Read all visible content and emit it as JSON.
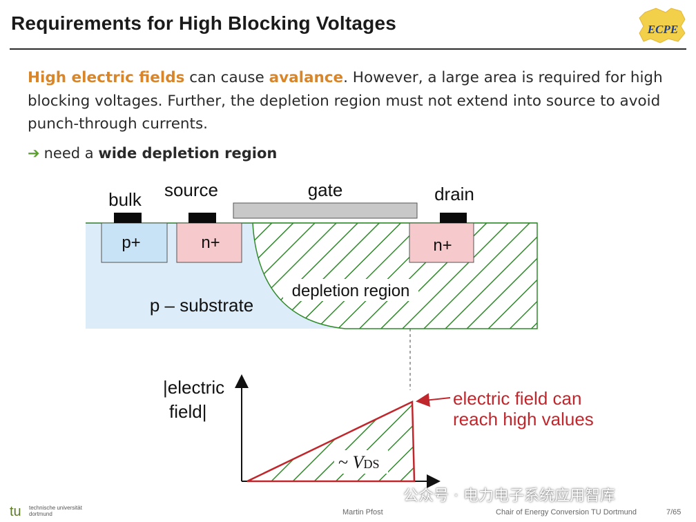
{
  "slide": {
    "title": "Requirements for High Blocking Voltages",
    "logo_text": "ECPE"
  },
  "intro": {
    "hl1": "High electric fields",
    "t1": " can cause ",
    "hl2": "avalance",
    "t2": ". However, a large area is required for high blocking voltages. Further, the depletion region must not extend into source to avoid punch-through currents."
  },
  "conclusion": {
    "arrow": "➔",
    "prefix": "need a ",
    "bold": "wide depletion region"
  },
  "diagram": {
    "labels": {
      "bulk": "bulk",
      "source": "source",
      "gate": "gate",
      "drain": "drain",
      "p_plus": "p+",
      "n_plus_source": "n+",
      "n_plus_drain": "n+",
      "depletion": "depletion region",
      "substrate": "p – substrate"
    },
    "colors": {
      "substrate": "#dcecf8",
      "p_region": "#c8e2f6",
      "n_region": "#f6c9cc",
      "contact": "#0a0a0a",
      "gate": "#c8c8c8",
      "hatch": "#2f8a2a",
      "field_line": "#c0272d"
    }
  },
  "field_plot": {
    "ylabel_line1": "|electric",
    "ylabel_line2": "field|",
    "integral_prefix": "~ ",
    "integral_var": "V",
    "integral_sub": "DS",
    "annotation_line1": "electric field can",
    "annotation_line2": "reach high values"
  },
  "footer": {
    "tu_mark": "tu",
    "university_line1": "technische universität",
    "university_line2": "dortmund",
    "author": "Martin Pfost",
    "chair": "Chair of Energy Conversion TU Dortmund",
    "page": "7/65"
  },
  "watermark": {
    "text": "公众号 · 电力电子系统应用智库"
  }
}
